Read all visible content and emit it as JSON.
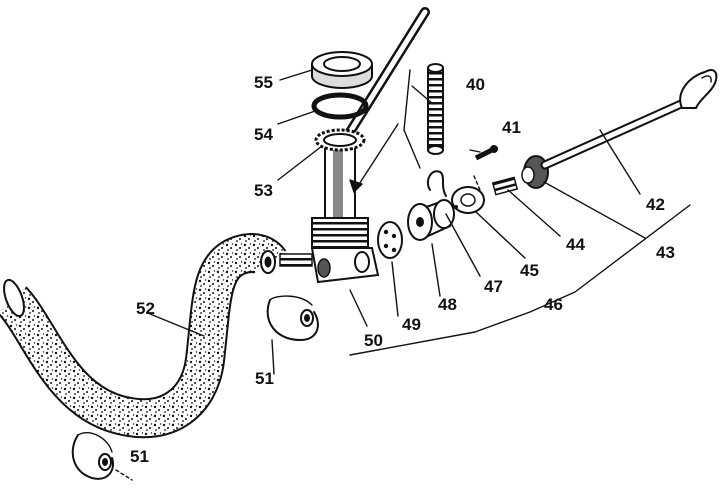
{
  "colors": {
    "ink": "#111111",
    "paper": "#ffffff",
    "hatch": "#555555"
  },
  "labels": {
    "l40": "40",
    "l41": "41",
    "l42": "42",
    "l43": "43",
    "l44": "44",
    "l45": "45",
    "l46": "46",
    "l47": "47",
    "l48": "48",
    "l49": "49",
    "l50": "50",
    "l51a": "51",
    "l51b": "51",
    "l52": "52",
    "l53": "53",
    "l54": "54",
    "l55": "55"
  }
}
